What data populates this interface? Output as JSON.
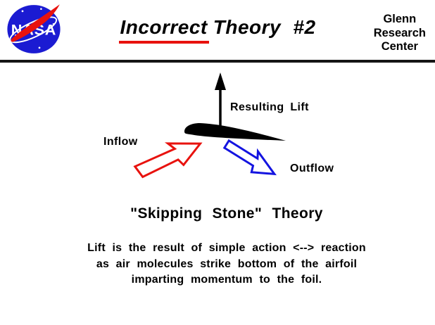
{
  "header": {
    "title_underlined": "Incorrect",
    "title_rest": "Theory #2",
    "org_lines": [
      "Glenn",
      "Research",
      "Center"
    ],
    "logo_icon": "nasa-meatball-logo",
    "logo_text": "NASA"
  },
  "diagram": {
    "lift_label": "Resulting Lift",
    "inflow_label": "Inflow",
    "outflow_label": "Outflow",
    "shapes": [
      "airfoil-silhouette",
      "lift-arrow-up",
      "inflow-arrow-red",
      "outflow-arrow-blue"
    ]
  },
  "content": {
    "heading": "\"Skipping Stone\" Theory",
    "body_lines": [
      "Lift is the result of simple action <--> reaction",
      "as air molecules strike bottom of the airfoil",
      "imparting momentum to the foil."
    ]
  },
  "colors": {
    "underline_red": "#e8120e",
    "inflow_arrow_red": "#e8120e",
    "outflow_arrow_blue": "#1414e0",
    "logo_blue": "#1b1bd2",
    "logo_swoosh_red": "#e8120e",
    "text_black": "#000000"
  }
}
